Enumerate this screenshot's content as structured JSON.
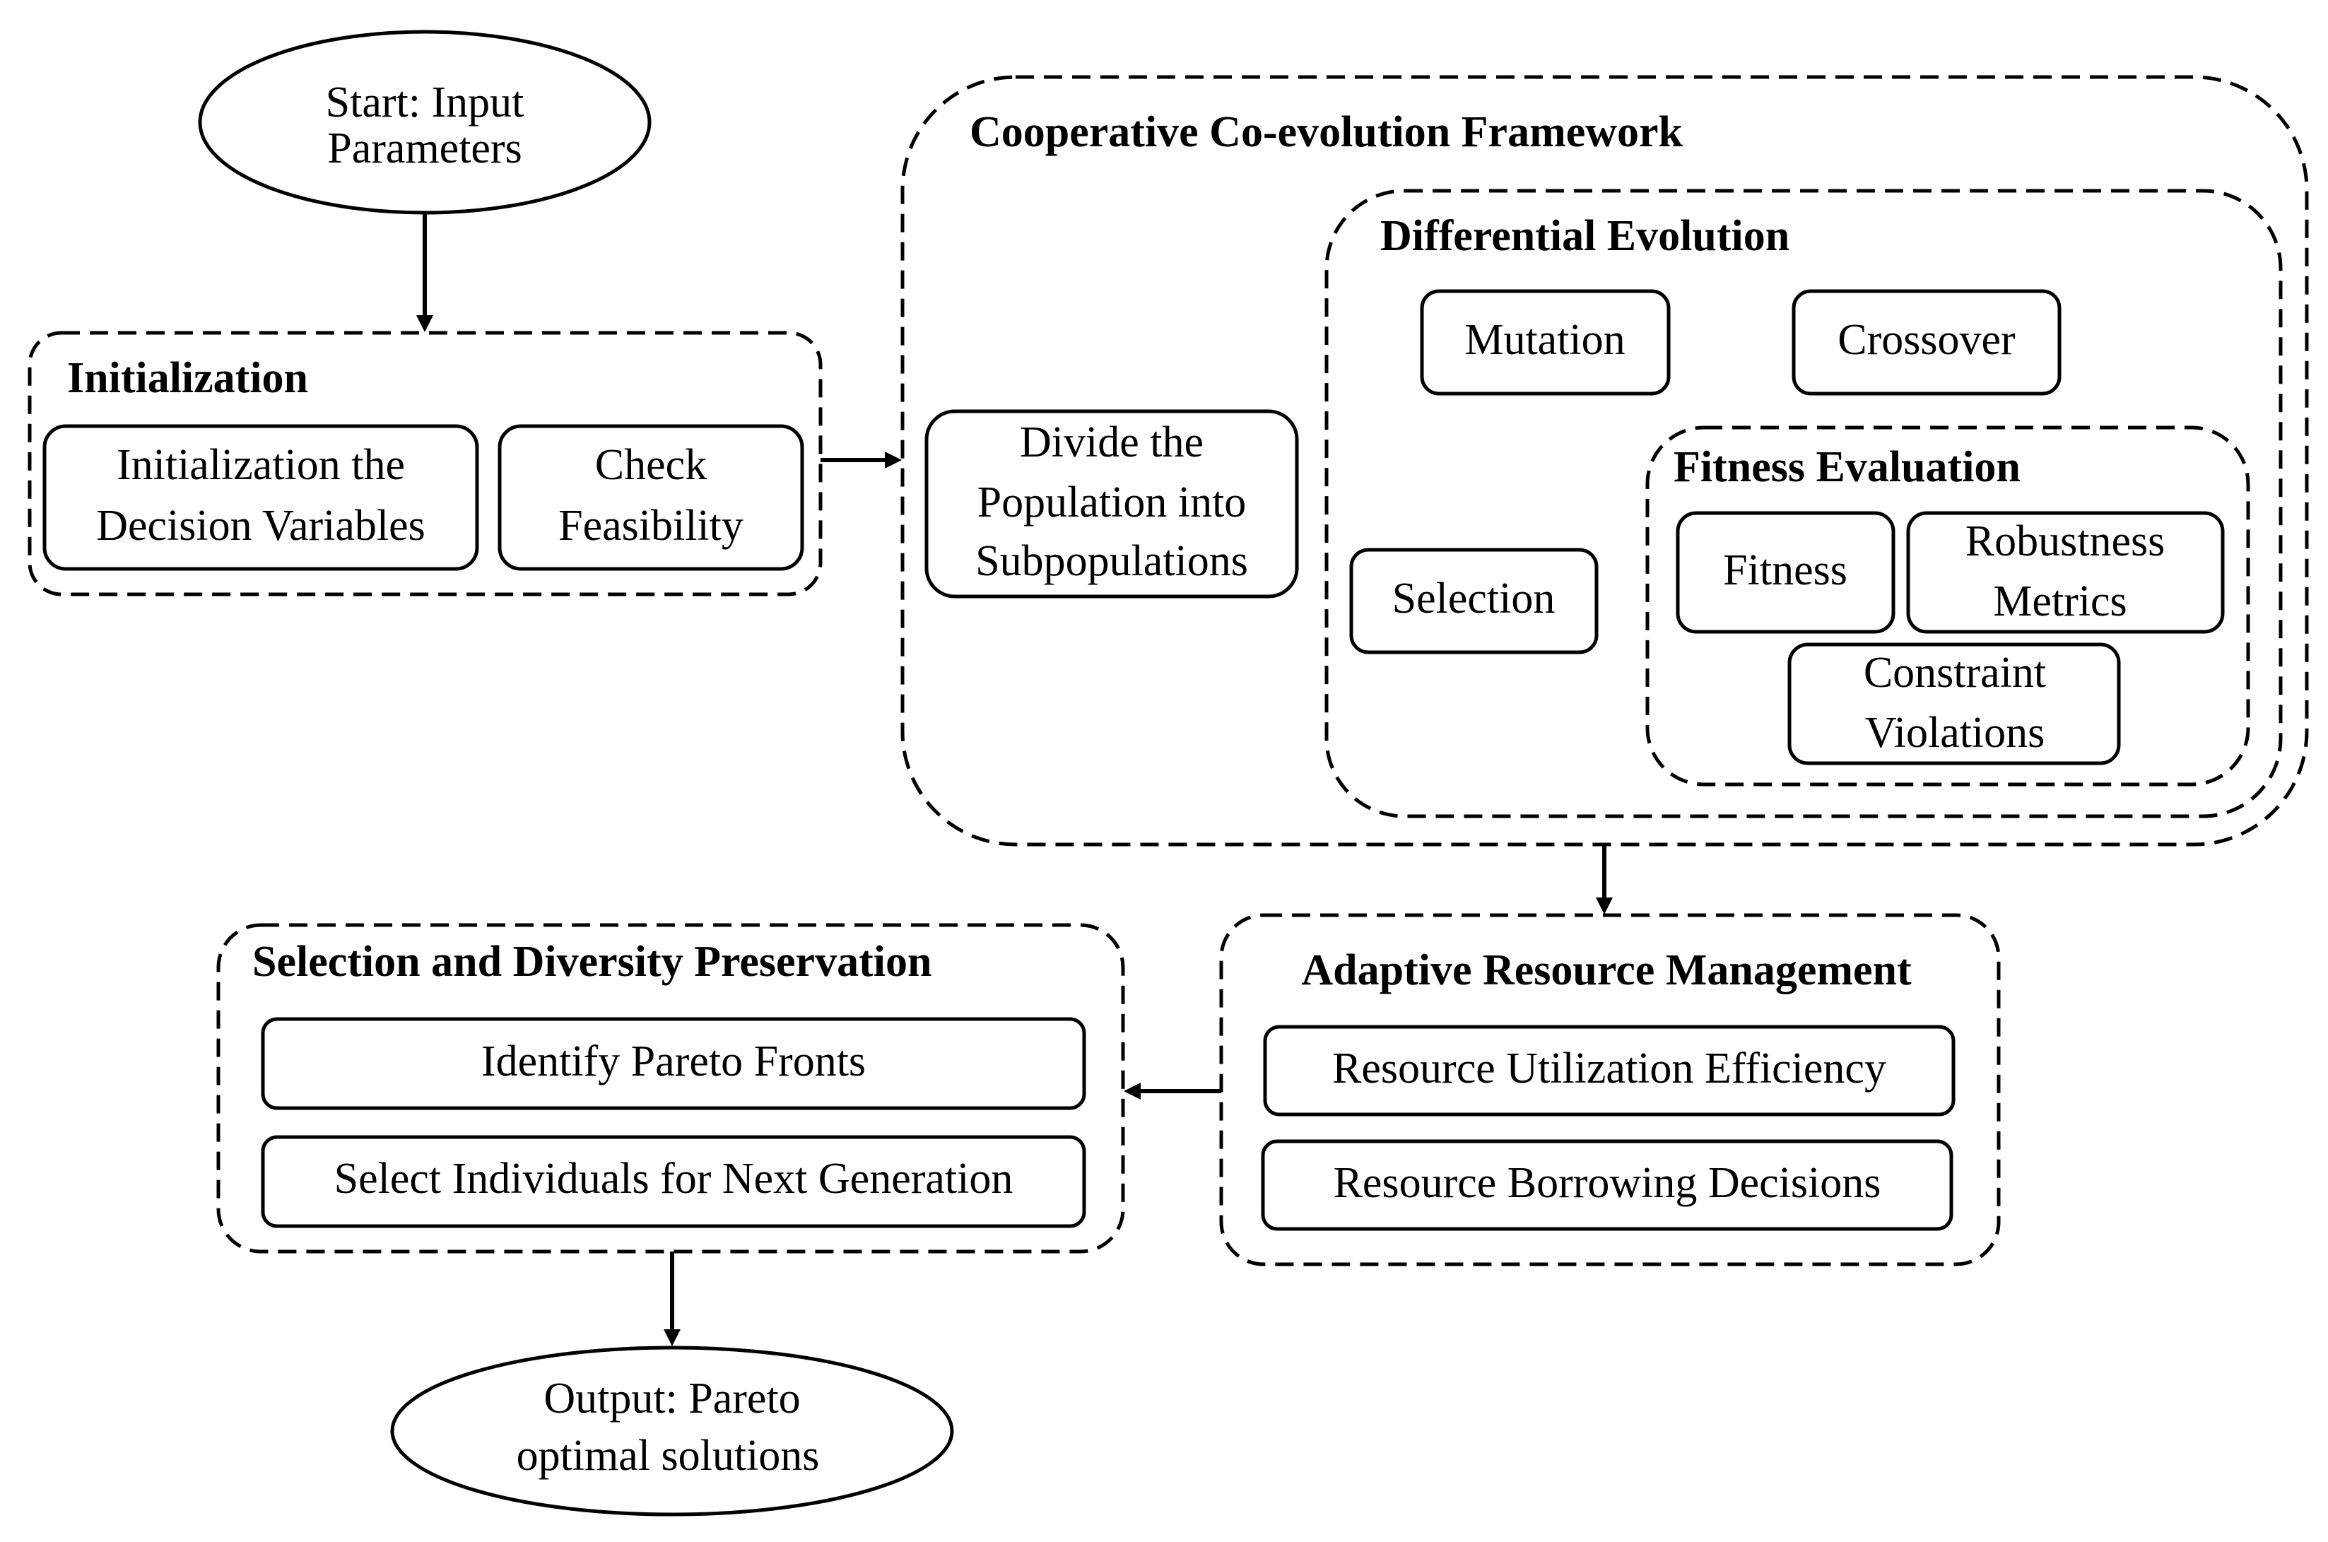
{
  "start": {
    "line1": "Start: Input",
    "line2": "Parameters"
  },
  "initialization": {
    "title": "Initialization",
    "decision_vars": {
      "line1": "Initialization the",
      "line2": "Decision Variables"
    },
    "feasibility": {
      "line1": "Check",
      "line2": "Feasibility"
    }
  },
  "cooperative": {
    "title": "Cooperative Co-evolution Framework",
    "divide": {
      "line1": "Divide the",
      "line2": "Population into",
      "line3": "Subpopulations"
    },
    "differential_evolution": {
      "title": "Differential Evolution",
      "mutation": "Mutation",
      "crossover": "Crossover",
      "selection": "Selection",
      "fitness_evaluation": {
        "title": "Fitness Evaluation",
        "fitness": "Fitness",
        "robustness": {
          "line1": "Robustness",
          "line2": "Metrics"
        },
        "constraint": {
          "line1": "Constraint",
          "line2": "Violations"
        }
      }
    }
  },
  "adaptive": {
    "title": "Adaptive Resource Management",
    "utilization": "Resource Utilization Efficiency",
    "borrowing": "Resource Borrowing Decisions"
  },
  "selection_diversity": {
    "title": "Selection and Diversity Preservation",
    "pareto_fronts": "Identify Pareto Fronts",
    "select_individuals": "Select Individuals for Next Generation"
  },
  "output": {
    "line1": "Output: Pareto",
    "line2": "optimal solutions"
  }
}
